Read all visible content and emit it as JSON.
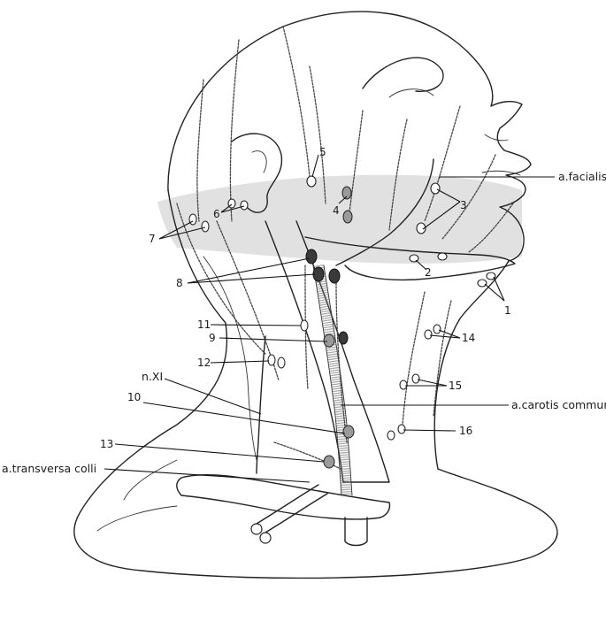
{
  "labels": {
    "n1": "1",
    "n2": "2",
    "n3": "3",
    "n4": "4",
    "n5": "5",
    "n6": "6",
    "n7": "7",
    "n8": "8",
    "n9": "9",
    "n10": "10",
    "n11": "11",
    "n12": "12",
    "n13": "13",
    "n14": "14",
    "n15": "15",
    "n16": "16",
    "facialis": "a.facialis",
    "carotis": "a.carotis communis",
    "nXI": "n.XI",
    "transversa": "a.transversa colli"
  },
  "colors": {
    "ink": "#222222",
    "band": "#dcdcdc",
    "dark_node": "#3a3a3a"
  }
}
